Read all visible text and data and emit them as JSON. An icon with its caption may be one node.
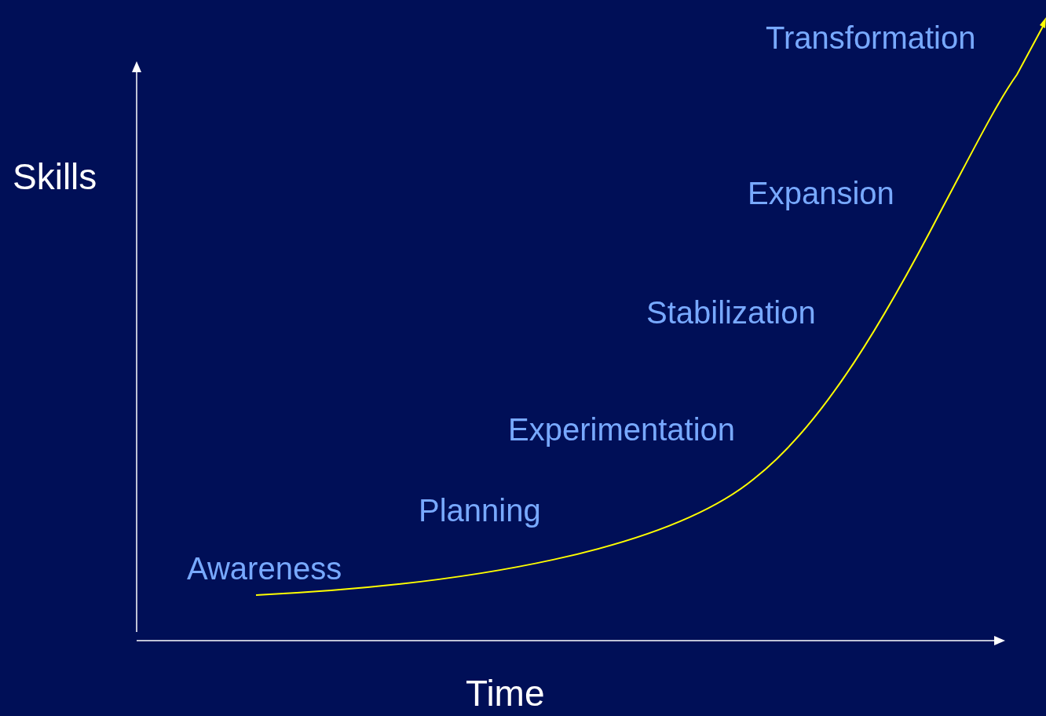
{
  "diagram": {
    "labels": [
      "Transformation",
      "Skills",
      "Expansion",
      "Stabilization",
      "Experimentation",
      "Planning",
      "Awareness",
      "Time"
    ]
  }
}
